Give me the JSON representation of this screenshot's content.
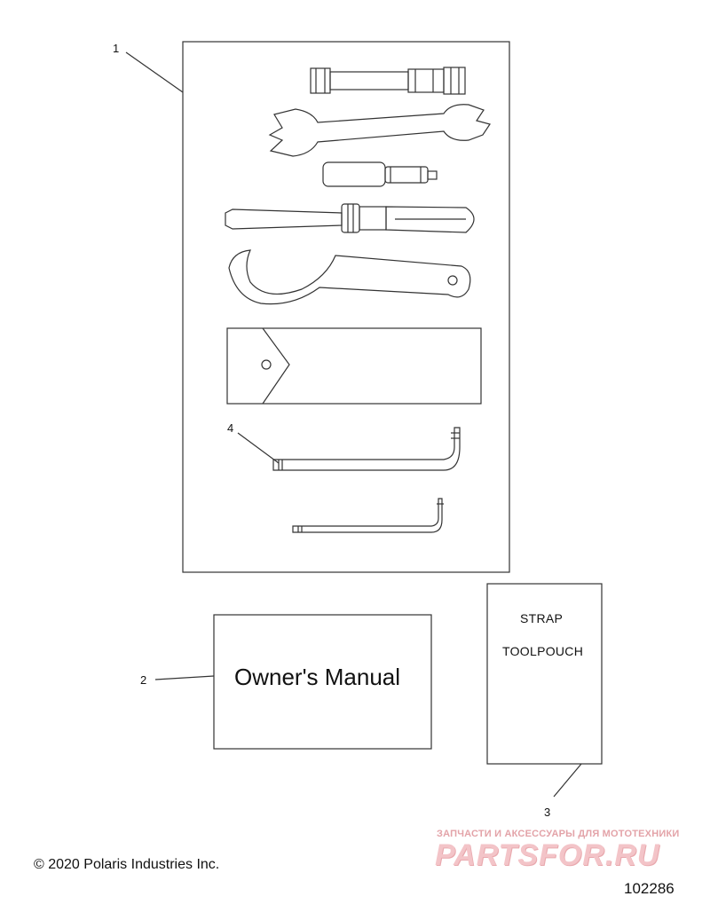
{
  "callouts": [
    {
      "id": "1",
      "label": "1"
    },
    {
      "id": "2",
      "label": "2"
    },
    {
      "id": "3",
      "label": "3"
    },
    {
      "id": "4",
      "label": "4"
    }
  ],
  "owners_manual": {
    "title": "Owner's Manual"
  },
  "toolpouch": {
    "line1": "STRAP",
    "line2": "TOOLPOUCH"
  },
  "footer": {
    "copyright": "© 2020 Polaris Industries Inc.",
    "diagram_number": "102286"
  },
  "watermark": {
    "tagline": "ЗАПЧАСТИ И АКСЕССУАРЫ ДЛЯ МОТОТЕХНИКИ",
    "logo": "PARTSFOR.RU"
  },
  "colors": {
    "line": "#333333",
    "background": "#ffffff",
    "watermark": "#f3c4c8"
  }
}
